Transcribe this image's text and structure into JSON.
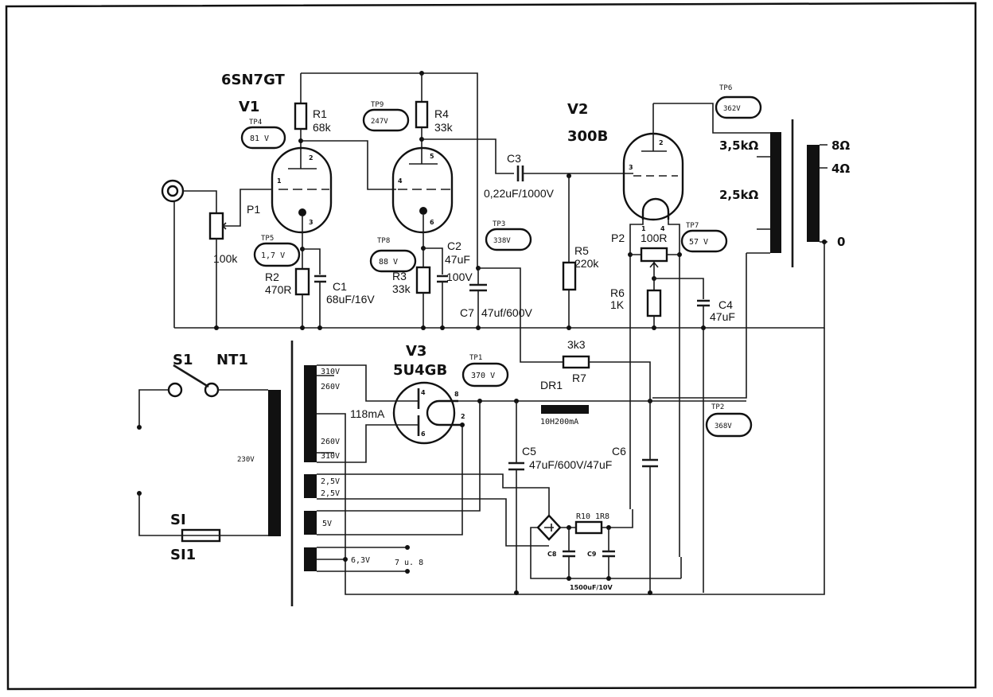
{
  "schematic": {
    "tubes": {
      "v1": {
        "ref": "V1",
        "type": "6SN7GT",
        "pins": [
          "1",
          "2",
          "3",
          "4",
          "5",
          "6"
        ]
      },
      "v2": {
        "ref": "V2",
        "type": "300B",
        "pins": [
          "3",
          "2",
          "1",
          "4"
        ]
      },
      "v3": {
        "ref": "V3",
        "type": "5U4GB",
        "pins": [
          "4",
          "6",
          "8",
          "2"
        ],
        "current": "118mA"
      }
    },
    "resistors": {
      "r1": {
        "ref": "R1",
        "value": "68k"
      },
      "r2": {
        "ref": "R2",
        "value": "470R"
      },
      "r3": {
        "ref": "R3",
        "value": "33k"
      },
      "r4": {
        "ref": "R4",
        "value": "33k"
      },
      "r5": {
        "ref": "R5",
        "value": "220k"
      },
      "r6": {
        "ref": "R6",
        "value": "1K"
      },
      "r7": {
        "ref": "R7",
        "value": "3k3"
      },
      "r10": {
        "ref": "R10",
        "value": "1R8"
      }
    },
    "pots": {
      "p1": {
        "ref": "P1",
        "value": "100k"
      },
      "p2": {
        "ref": "P2",
        "value": "100R"
      }
    },
    "capacitors": {
      "c1": {
        "ref": "C1",
        "value": "68uF/16V"
      },
      "c2": {
        "ref": "C2",
        "value": "47uF",
        "value2": "100V"
      },
      "c3": {
        "ref": "C3",
        "value": "0,22uF/1000V"
      },
      "c4": {
        "ref": "C4",
        "value": "47uF"
      },
      "c5": {
        "ref": "C5",
        "value": "47uF/600V/47uF"
      },
      "c6": {
        "ref": "C6"
      },
      "c7": {
        "ref": "C7",
        "value": "47uf/600V"
      },
      "c8": {
        "ref": "C8"
      },
      "c9": {
        "ref": "C9"
      },
      "c89_value": "1500uF/10V"
    },
    "choke": {
      "ref": "DR1",
      "value": "10H200mA"
    },
    "test_points": [
      {
        "ref": "TP1",
        "value": "370 V"
      },
      {
        "ref": "TP2",
        "value": "368V"
      },
      {
        "ref": "TP3",
        "value": "338V"
      },
      {
        "ref": "TP4",
        "value": "81 V"
      },
      {
        "ref": "TP5",
        "value": "1,7 V"
      },
      {
        "ref": "TP6",
        "value": "362V"
      },
      {
        "ref": "TP7",
        "value": "57 V"
      },
      {
        "ref": "TP8",
        "value": "88 V"
      },
      {
        "ref": "TP9",
        "value": "247V"
      }
    ],
    "output_transformer": {
      "primary_taps": [
        "3,5kΩ",
        "2,5kΩ"
      ],
      "secondary_taps": [
        "8Ω",
        "4Ω",
        "0"
      ]
    },
    "mains": {
      "switch": "S1",
      "transformer": "NT1",
      "fuse": "SI",
      "fuse_ref": "SI1",
      "primary_voltage": "230V"
    },
    "power_transformer_secondaries": {
      "hv": [
        "310V",
        "260V",
        "260V",
        "310V"
      ],
      "fil_25": [
        "2,5V",
        "2,5V"
      ],
      "fil_5": "5V",
      "fil_63": "6,3V",
      "fil_63_note": "7 u. 8"
    }
  }
}
